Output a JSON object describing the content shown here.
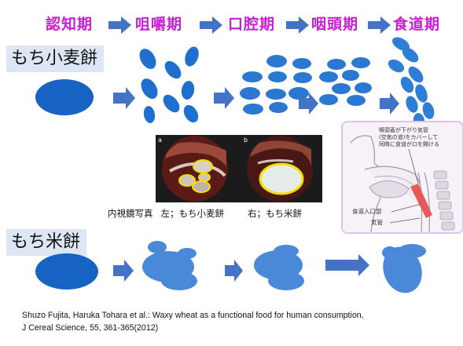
{
  "stages": [
    "認知期",
    "咀嚼期",
    "口腔期",
    "咽頭期",
    "食道期"
  ],
  "rows": {
    "wheat": {
      "label": "もち小麦餅"
    },
    "rice": {
      "label": "もち米餅"
    }
  },
  "photo_caption": {
    "title": "内視鏡写真",
    "left": "左；もち小麦餅",
    "right": "右；もち米餅",
    "panel_a": "a",
    "panel_b": "b"
  },
  "anatomy": {
    "note_line1": "喉頭蓋が下がり気管",
    "note_line2": "(空気の道)をカバーして",
    "note_line3": "同時に食道が口を開ける",
    "label_esophagus": "食道入口部",
    "label_trachea": "気管"
  },
  "citation": {
    "line1": "Shuzo Fujita, Haruka Tohara et al.: Waxy wheat as a functional food for human consumption,",
    "line2": "J Cereal Science, 55, 361-365(2012)"
  },
  "colors": {
    "stage_text": "#c81fd1",
    "bolus_dark": "#1763c4",
    "bolus_light": "#4a89d8",
    "arrow": "#4472c4"
  }
}
